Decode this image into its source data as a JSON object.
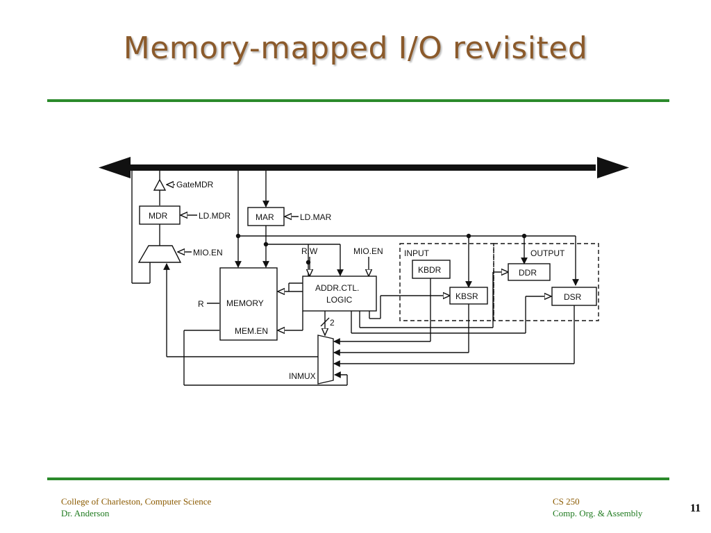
{
  "slide": {
    "title": "Memory-mapped I/O revisited",
    "page_number": "11",
    "accent_color": "#2b8a2b",
    "title_color": "#8b5a2b"
  },
  "footer": {
    "left_line1": "College of Charleston, Computer Science",
    "left_line2": "Dr. Anderson",
    "right_line1": "CS 250",
    "right_line2": "Comp. Org. & Assembly"
  },
  "diagram": {
    "labels": {
      "gatemdr": "GateMDR",
      "mdr": "MDR",
      "ld_mdr": "LD.MDR",
      "mar": "MAR",
      "ld_mar": "LD.MAR",
      "mio_en_left": "MIO.EN",
      "r_w": "R.W",
      "mio_en_right": "MIO.EN",
      "memory": "MEMORY",
      "r": "R",
      "mem_en": "MEM.EN",
      "addr_ctl_line1": "ADDR.CTL.",
      "addr_ctl_line2": "LOGIC",
      "two": "2",
      "inmux": "INMUX",
      "input": "INPUT",
      "kbdr": "KBDR",
      "kbsr": "KBSR",
      "output": "OUTPUT",
      "ddr": "DDR",
      "dsr": "DSR"
    }
  }
}
